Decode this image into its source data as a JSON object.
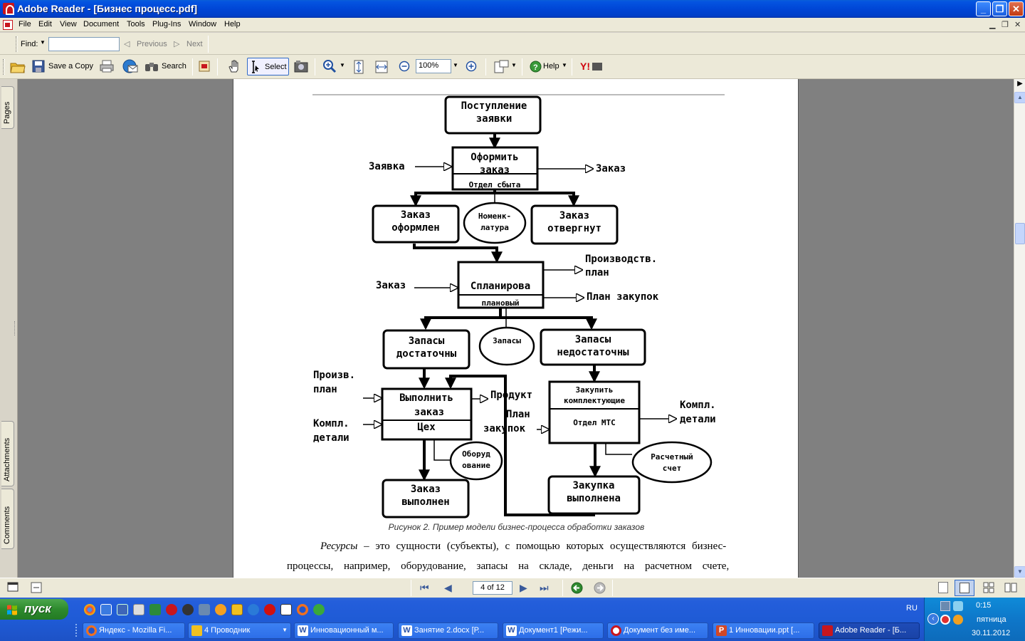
{
  "window": {
    "title": "Adobe Reader - [Бизнес процесс.pdf]",
    "controls": [
      "_",
      "❐",
      "✕"
    ]
  },
  "menu": {
    "items": [
      "File",
      "Edit",
      "View",
      "Document",
      "Tools",
      "Plug-Ins",
      "Window",
      "Help"
    ]
  },
  "find_toolbar": {
    "find_label": "Find:",
    "find_value": "",
    "previous_label": "Previous",
    "next_label": "Next"
  },
  "main_toolbar": {
    "save_copy_label": "Save a Copy",
    "search_label": "Search",
    "select_label": "Select",
    "zoom_value": "100%",
    "help_label": "Help"
  },
  "nav_tabs": [
    "Pages",
    "Attachments",
    "Comments"
  ],
  "document": {
    "diagram": {
      "boxes": {
        "receipt": [
          "Поступление",
          "заявки"
        ],
        "make_order": [
          "Оформить",
          "заказ"
        ],
        "sales_dept": "Отдел сбыта",
        "order_done": [
          "Заказ",
          "оформлен"
        ],
        "nomenclature": [
          "Номенк-",
          "латура"
        ],
        "order_rejected": [
          "Заказ",
          "отвергнут"
        ],
        "plan": "Спланирова",
        "planning_dept": "плановый",
        "stock_ok": [
          "Запасы",
          "достаточны"
        ],
        "stock": "Запасы",
        "stock_low": [
          "Запасы",
          "недостаточны"
        ],
        "execute": [
          "Выполнить",
          "заказ"
        ],
        "workshop": "Цех",
        "equipment": [
          "Оборуд",
          "ование"
        ],
        "buy": [
          "Закупить",
          "комплектующие"
        ],
        "mts_dept": "Отдел МТС",
        "account": [
          "Расчетный",
          "счет"
        ],
        "order_finished": [
          "Заказ",
          "выполнен"
        ],
        "purchase_done": [
          "Закупка",
          "выполнена"
        ]
      },
      "arrow_labels": {
        "request_in": "Заявка",
        "order_out": "Заказ",
        "order_in": "Заказ",
        "prod_plan_out": [
          "Производств.",
          "план"
        ],
        "purchase_plan_out": "План закупок",
        "prod_plan_in": [
          "Произв.",
          "план"
        ],
        "parts_in": [
          "Компл.",
          "детали"
        ],
        "product_out": "Продукт",
        "purchase_plan_in": [
          "План",
          "закупок"
        ],
        "parts_out": [
          "Компл.",
          "детали"
        ]
      }
    },
    "caption": "Рисунок 2. Пример модели бизнес-процесса обработки заказов",
    "body_line1_italic": "Ресурсы",
    "body_line1_rest": " – это сущности (субъекты), с помощью которых осуществляются бизнес-",
    "body_line2": "процессы, например, оборудование, запасы на складе, деньги на расчетном счете,"
  },
  "statusbar": {
    "page_indicator": "4 of 12"
  },
  "taskbar": {
    "start_label": "пуск",
    "tasks": [
      "Яндекс - Mozilla Fi...",
      "4 Проводник",
      "Инновационный м...",
      "Занятие 2.docx [Р...",
      "Документ1 [Режи...",
      "Документ без име...",
      "1 Инновации.ppt [...",
      "Adobe Reader - [Б..."
    ],
    "language": "RU",
    "clock_time": "0:15",
    "clock_day": "пятница",
    "clock_date": "30.11.2012"
  }
}
